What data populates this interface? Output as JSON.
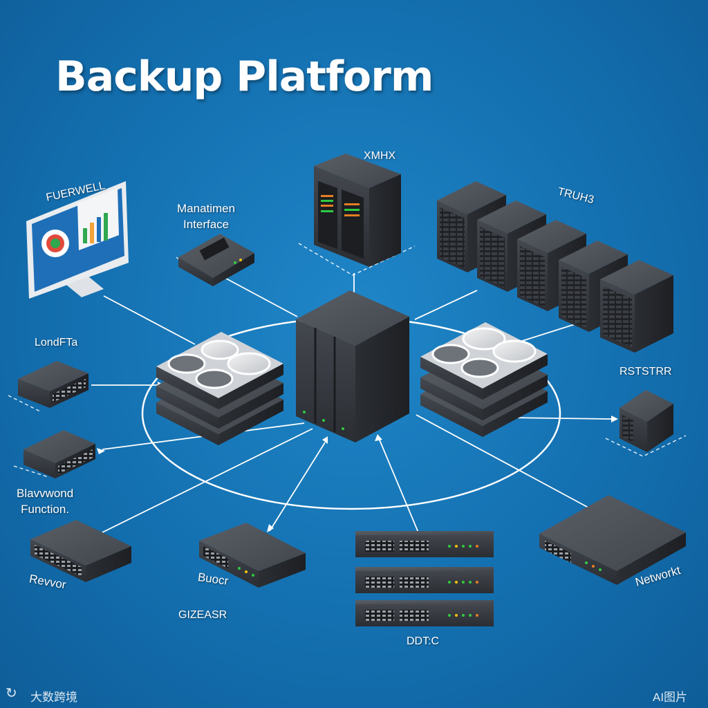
{
  "title": "Backup Platform",
  "labels": {
    "fuerwell": "FUERWELL",
    "management": "Manatimen\nInterface",
    "xmhx": "XMHX",
    "truhs": "TRUH3",
    "loadfta": "LondFTa",
    "rststrr": "RSTSTRR",
    "bandwidth": "Blavvwond\nFunction.",
    "revvor": "Revvor",
    "buocr": "Buocr",
    "gizeasr": "GIZEASR",
    "ddtc": "DDT:C",
    "network": "Networkt"
  },
  "watermarks": {
    "left_text": "大数跨境",
    "right_text": "AI图片"
  },
  "colors": {
    "background": "#1470b0",
    "device_dark": "#3a3d42",
    "device_top": "#4a4e55",
    "line": "#ffffff",
    "screen_blue": "#1e6fb8"
  },
  "icons": [
    "monitor-icon",
    "server-rack-icon",
    "storage-array-icon",
    "switch-icon",
    "router-icon",
    "hard-drive-stack-icon"
  ]
}
